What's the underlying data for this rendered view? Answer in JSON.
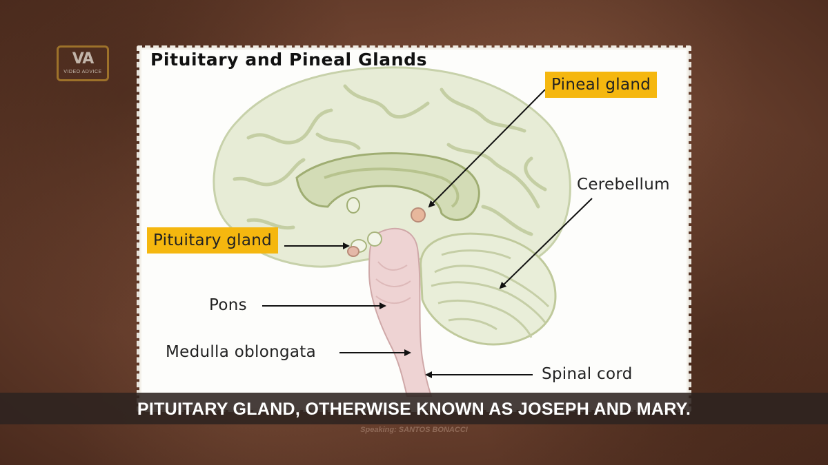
{
  "logo": {
    "mark": "VA",
    "subtitle": "VIDEO ADVICE",
    "color": "#b8892e"
  },
  "diagram": {
    "title": "Pituitary and Pineal Glands",
    "labels": {
      "pineal": "Pineal gland",
      "cerebellum": "Cerebellum",
      "pituitary": "Pituitary gland",
      "pons": "Pons",
      "medulla": "Medulla oblongata",
      "spinal": "Spinal cord"
    },
    "highlight_color": "#f5b70f"
  },
  "subtitle": {
    "caption": "PITUITARY GLAND, OTHERWISE KNOWN AS JOSEPH AND MARY.",
    "speaker": "Speaking: SANTOS BONACCI"
  }
}
